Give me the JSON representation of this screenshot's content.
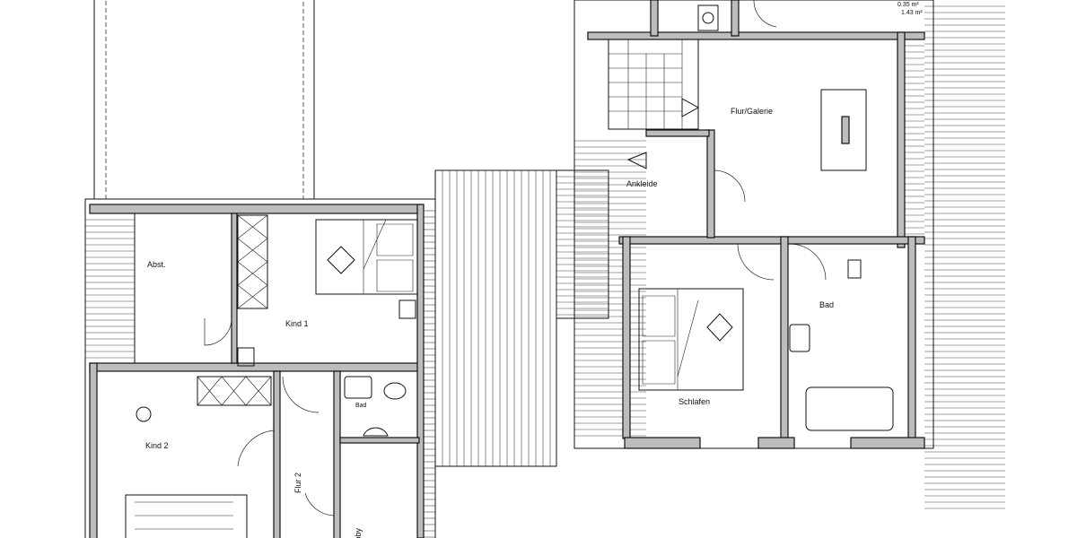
{
  "plan": {
    "rooms": {
      "abst": "Abst.",
      "kind1": "Kind 1",
      "kind2": "Kind 2",
      "bad_small": "Bad",
      "flur2": "Flur 2",
      "hobby": "Hobby",
      "flur_galerie": "Flur/Galerie",
      "ankleide": "Ankleide",
      "schlafen": "Schlafen",
      "bad": "Bad"
    },
    "area_notes": [
      "0.35 m²",
      "1.43 m²"
    ]
  }
}
